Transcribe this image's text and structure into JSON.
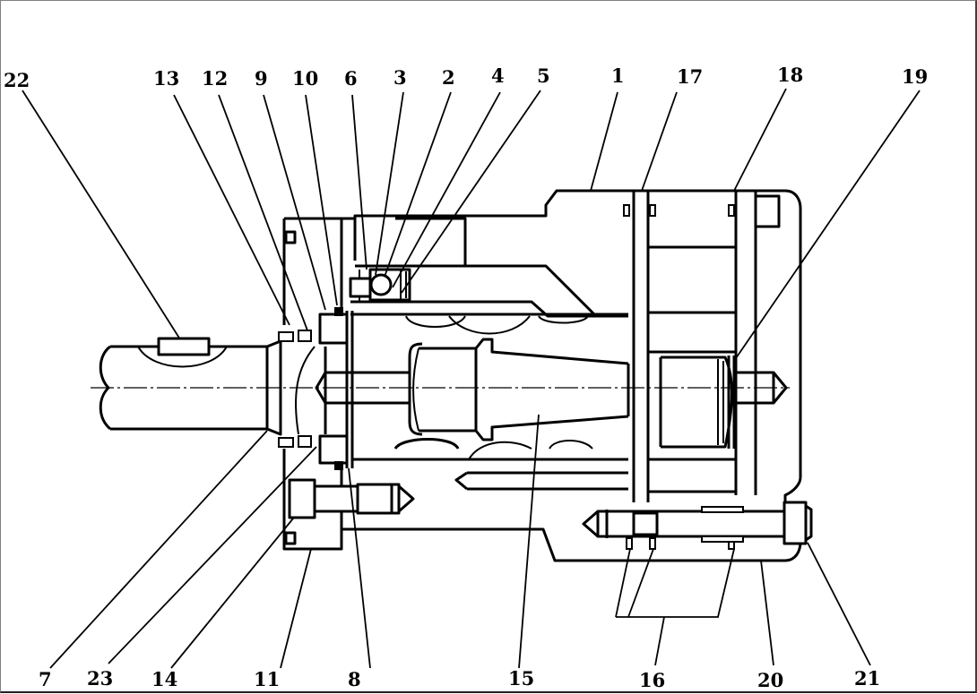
{
  "diagram": {
    "title": "",
    "type": "hydraulic motor/pump cross-section parts diagram",
    "callouts_top": [
      "22",
      "13",
      "12",
      "9",
      "10",
      "6",
      "3",
      "2",
      "4",
      "5",
      "1",
      "17",
      "18",
      "19"
    ],
    "callouts_bottom": [
      "7",
      "23",
      "14",
      "11",
      "8",
      "15",
      "16",
      "20",
      "21"
    ],
    "colors": {
      "line": "#000000",
      "background": "#ffffff",
      "frame": "#808080"
    }
  }
}
